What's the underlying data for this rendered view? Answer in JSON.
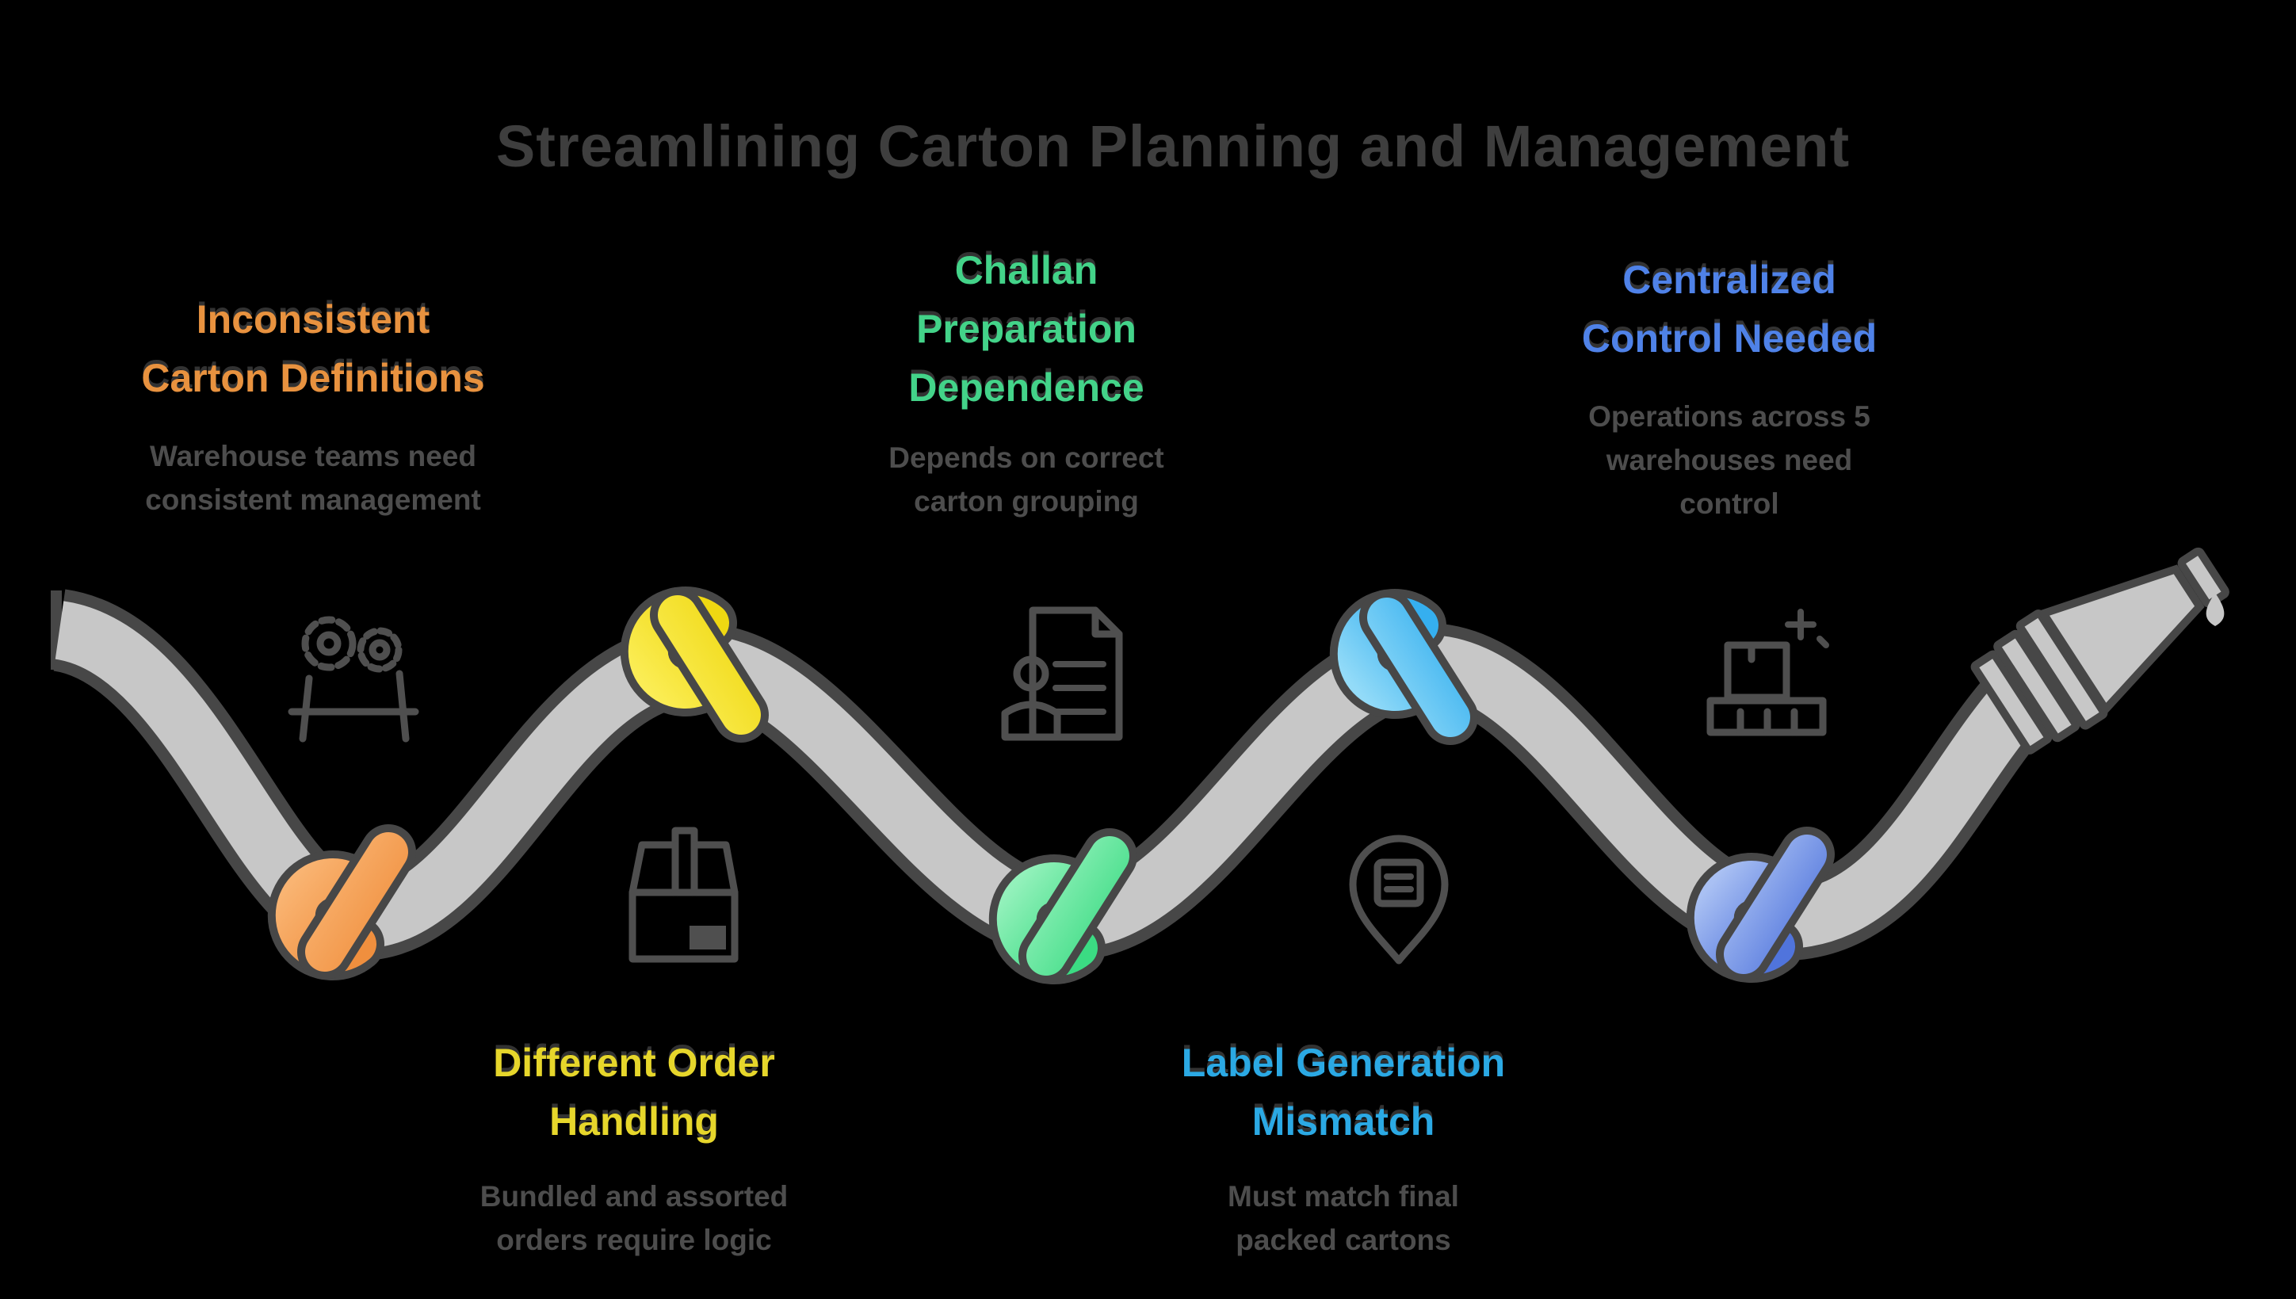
{
  "title": {
    "text": "Streamlining Carton Planning and Management",
    "color": "#3E3E3E"
  },
  "colors": {
    "background": "#000000",
    "hose_fill": "#C7C7C7",
    "hose_outline": "#474747",
    "icon": "#4F4F4F",
    "body_text": "#4D4D4D"
  },
  "sections": [
    {
      "name": "inconsistent-carton-definitions",
      "accent": "#E8923F",
      "heading_lines": [
        "Inconsistent",
        "Carton Definitions"
      ],
      "body_lines": [
        "Warehouse teams need",
        "consistent management"
      ],
      "icon": "gears-icon",
      "knot": {
        "light": "#F9B472",
        "dark": "#F08F3E"
      }
    },
    {
      "name": "different-order-handling",
      "accent": "#E6D62B",
      "heading_lines": [
        "Different Order",
        "Handling"
      ],
      "body_lines": [
        "Bundled and assorted",
        "orders require logic"
      ],
      "icon": "carton-box-icon",
      "knot": {
        "light": "#FBED55",
        "dark": "#EFD812"
      }
    },
    {
      "name": "challan-preparation-dependence",
      "accent": "#43D389",
      "heading_lines": [
        "Challan",
        "Preparation",
        "Dependence"
      ],
      "body_lines": [
        "Depends on correct",
        "carton grouping"
      ],
      "icon": "challan-document-icon",
      "knot": {
        "light": "#93F1BB",
        "dark": "#3BDB83"
      }
    },
    {
      "name": "label-generation-mismatch",
      "accent": "#2BA9E4",
      "heading_lines": [
        "Label Generation",
        "Mismatch"
      ],
      "body_lines": [
        "Must match final",
        "packed cartons"
      ],
      "icon": "label-pin-icon",
      "knot": {
        "light": "#93DBF8",
        "dark": "#35AFEF"
      }
    },
    {
      "name": "centralized-control-needed",
      "accent": "#4F82E8",
      "heading_lines": [
        "Centralized",
        "Control Needed"
      ],
      "body_lines": [
        "Operations across 5",
        "warehouses need",
        "control"
      ],
      "icon": "warehouse-pallet-icon",
      "knot": {
        "light": "#A9C0F3",
        "dark": "#5074DC"
      }
    }
  ]
}
